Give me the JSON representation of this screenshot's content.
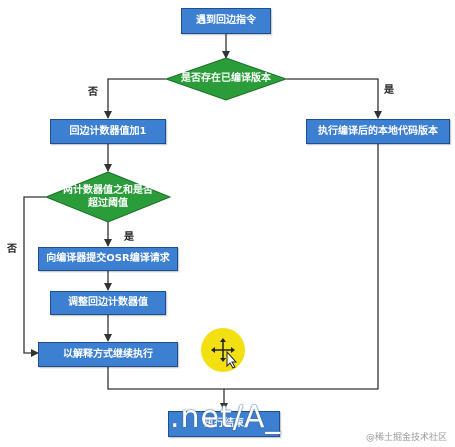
{
  "nodes": {
    "start": "遇到回边指令",
    "decision_compiled": "是否存在已编译版本",
    "increment": "回边计数器值加1",
    "execute_native": "执行编译后的本地代码版本",
    "decision_threshold_line1": "两计数器值之和是否",
    "decision_threshold_line2": "超过阈值",
    "submit_osr": "向编译器提交OSR编译请求",
    "adjust_counter": "调整回边计数器值",
    "interpret": "以解释方式继续执行",
    "end": "执行结束"
  },
  "labels": {
    "no_left": "否",
    "yes_right": "是",
    "yes_down": "是",
    "no_far_left": "否"
  },
  "overlay": ".net/A_",
  "watermark": "@稀土掘金技术社区",
  "colors": {
    "node_fill": "#3d7fd1",
    "decision_fill": "#2a9d3a",
    "line": "#333333"
  }
}
